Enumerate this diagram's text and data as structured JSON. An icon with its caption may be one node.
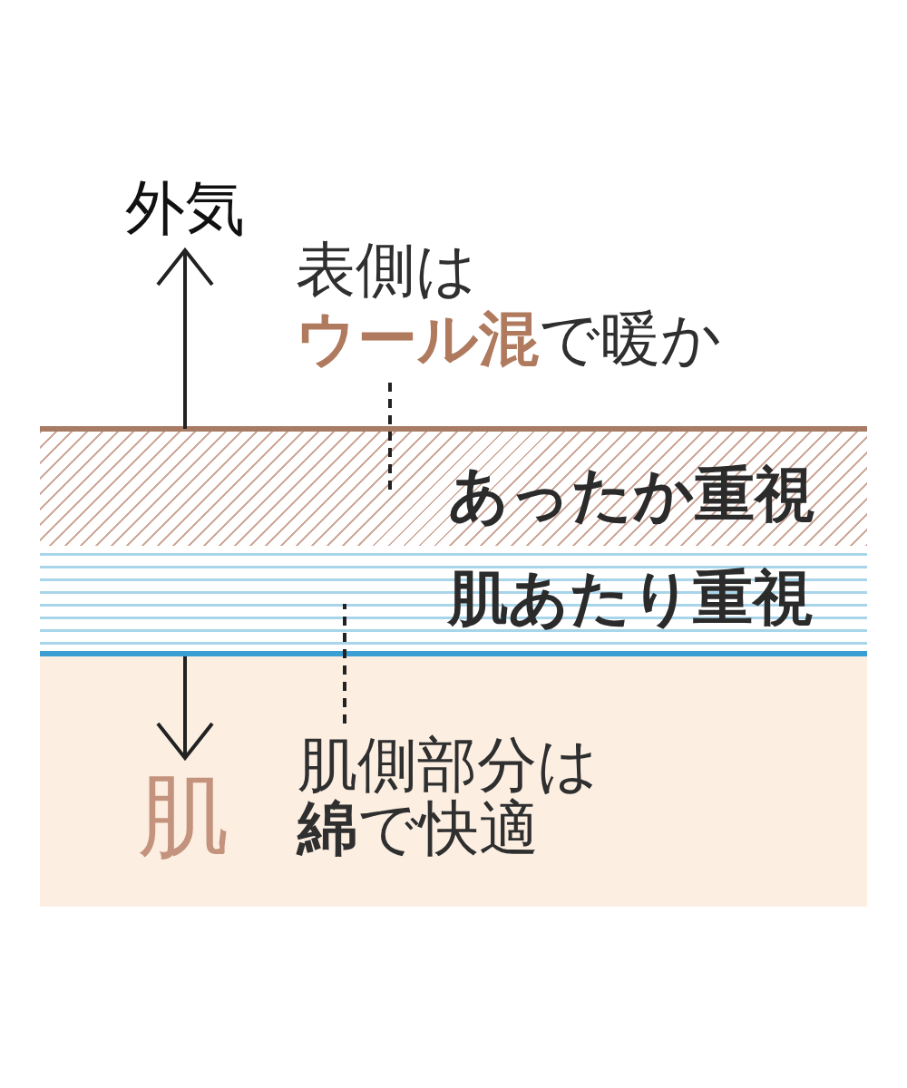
{
  "diagram": {
    "nodes": [
      {
        "text": [
          "外気"
        ]
      },
      {
        "text": [
          "表側は**ウール混**で暖か"
        ]
      },
      {
        "text": [
          "あったか重視"
        ]
      },
      {
        "text": [
          "肌あたり重視"
        ]
      },
      {
        "text": [],
        "shape": "box"
      },
      {
        "text": [
          "肌側部分は**綿**で快適"
        ],
        "in": 4
      },
      {
        "text": [
          "肌"
        ],
        "in": 4
      }
    ],
    "edges": [
      {
        "from": 2,
        "to": 0,
        "arrow": "to"
      },
      {
        "from": 1,
        "to": 2,
        "arrow": "none",
        "style": "dashed"
      },
      {
        "from": 3,
        "to": 6,
        "arrow": "to"
      },
      {
        "from": 5,
        "to": 3,
        "arrow": "none",
        "style": "dashed"
      }
    ]
  }
}
